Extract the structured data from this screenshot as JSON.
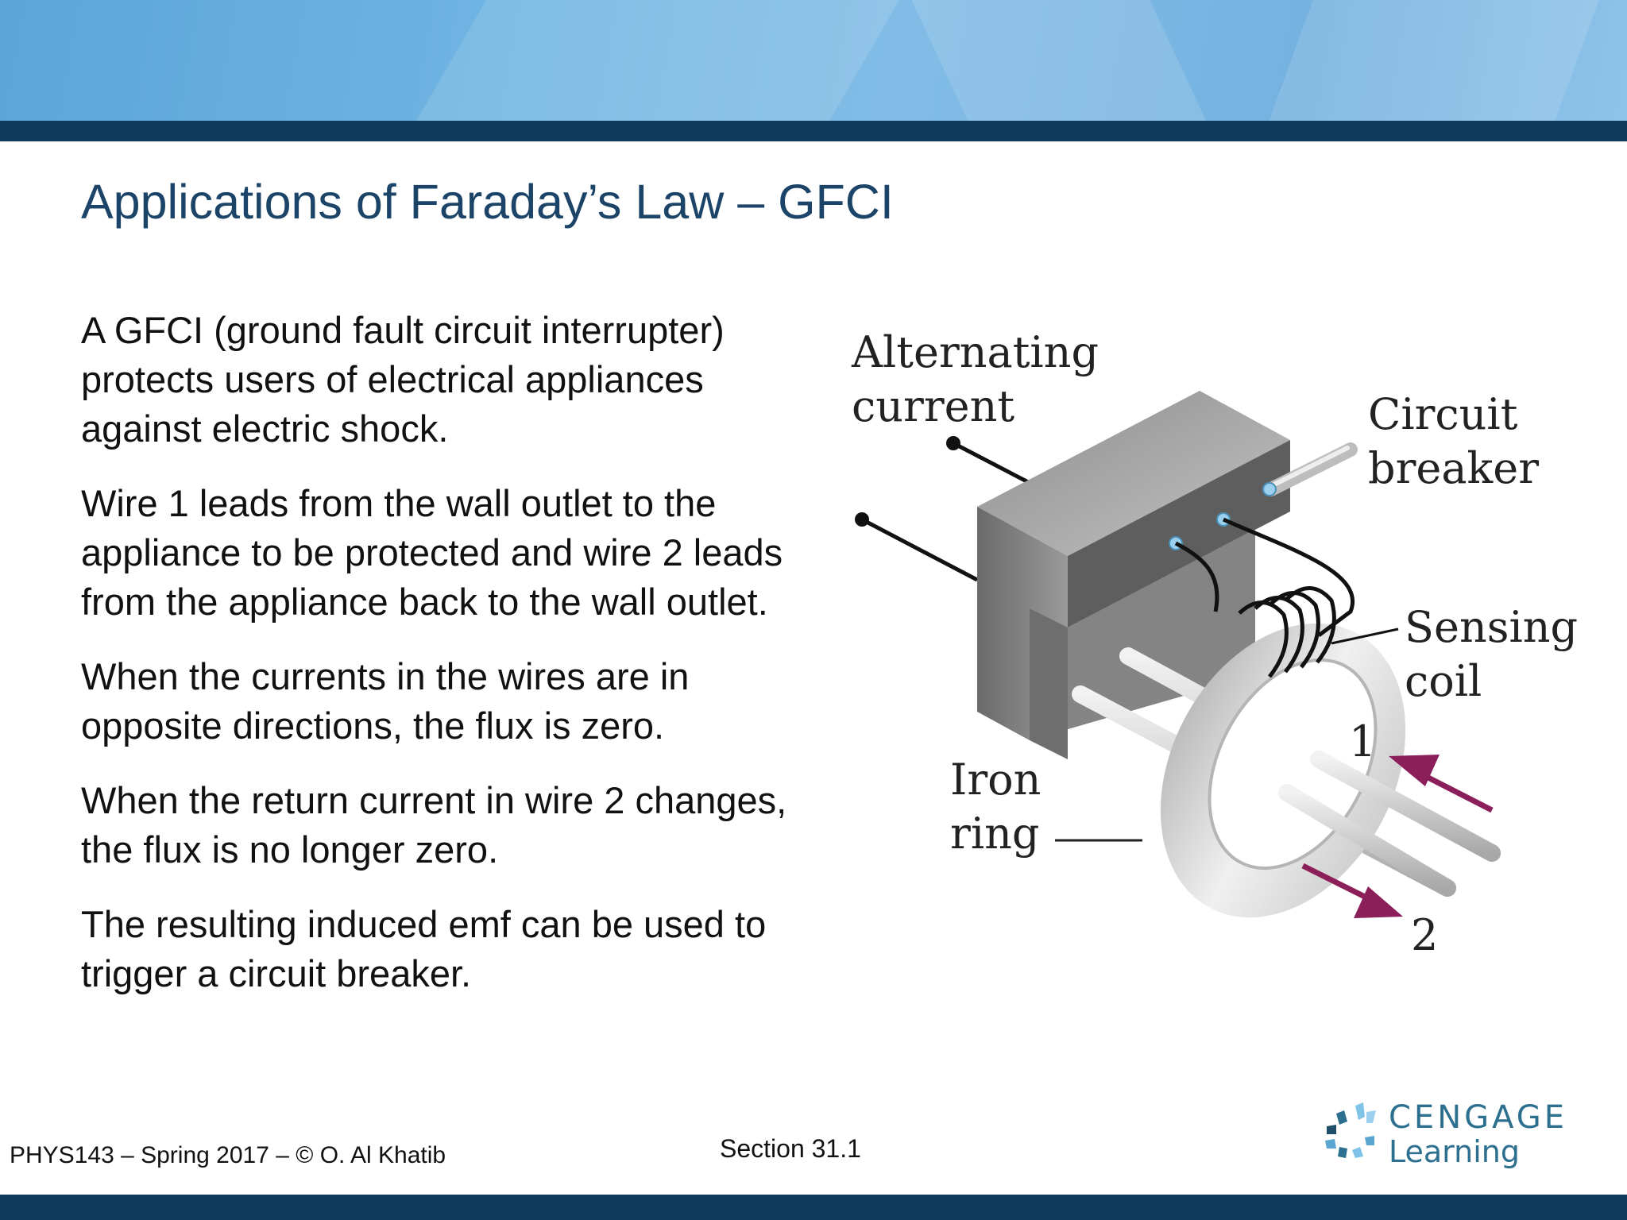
{
  "slide": {
    "title": "Applications of Faraday’s Law – GFCI",
    "paragraphs": [
      "A GFCI (ground fault circuit interrupter) protects users of electrical appliances against electric shock.",
      "Wire 1 leads from the wall outlet to the appliance to be protected and wire 2 leads from the appliance back to the wall outlet.",
      "When the currents in the wires are in opposite directions, the flux is zero.",
      "When the return current in wire 2 changes, the flux is no longer zero.",
      "The resulting induced emf can be used to trigger a circuit breaker."
    ]
  },
  "figure": {
    "labels": {
      "alternating_line1": "Alternating",
      "alternating_line2": "current",
      "breaker_line1": "Circuit",
      "breaker_line2": "breaker",
      "sensing_line1": "Sensing",
      "sensing_line2": "coil",
      "iron_line1": "Iron",
      "iron_line2": "ring",
      "wire1": "1",
      "wire2": "2"
    },
    "colors": {
      "arrow": "#8b1f5a",
      "block": "#7a7a7a",
      "ring": "#d6d6d6"
    }
  },
  "footer": {
    "course": "PHYS143 – Spring 2017 – © O. Al Khatib",
    "section": "Section  31.1"
  },
  "logo": {
    "line1": "CENGAGE",
    "line2": "Learning",
    "icon": "cengage-burst-icon"
  },
  "theme": {
    "header_band": "#6fb4e2",
    "stripe": "#0f3a5c",
    "title_color": "#1b4468"
  }
}
